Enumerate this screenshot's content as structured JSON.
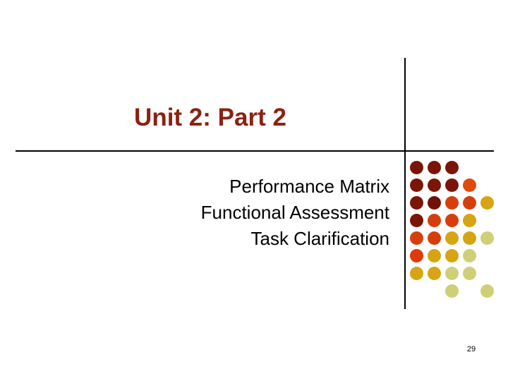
{
  "slide": {
    "title": "Unit 2: Part 2",
    "title_color": "#8B2212",
    "body_lines": [
      "Performance Matrix",
      "Functional Assessment",
      "Task Clarification"
    ],
    "page_number": "29",
    "rule_color": "#000000",
    "background": "#ffffff"
  },
  "decoration": {
    "name": "dot-grid",
    "palette": {
      "dark_red": "#8B1A0A",
      "orange_red": "#D63F0C",
      "orange": "#E04A0A",
      "gold": "#D6A513",
      "pale_olive": "#CFCF78"
    },
    "dot_size": 19,
    "col_step": 25,
    "row_step": 25,
    "dots": [
      {
        "col": 0,
        "row": 0,
        "color": "#7B1508"
      },
      {
        "col": 1,
        "row": 0,
        "color": "#7B1508"
      },
      {
        "col": 2,
        "row": 0,
        "color": "#7B1508"
      },
      {
        "col": 0,
        "row": 1,
        "color": "#7B1508"
      },
      {
        "col": 1,
        "row": 1,
        "color": "#7B1508"
      },
      {
        "col": 2,
        "row": 1,
        "color": "#7B1508"
      },
      {
        "col": 3,
        "row": 1,
        "color": "#E04A0A"
      },
      {
        "col": 0,
        "row": 2,
        "color": "#7B1508"
      },
      {
        "col": 1,
        "row": 2,
        "color": "#6F1206"
      },
      {
        "col": 2,
        "row": 2,
        "color": "#D63F0C"
      },
      {
        "col": 3,
        "row": 2,
        "color": "#D63F0C"
      },
      {
        "col": 4,
        "row": 2,
        "color": "#D6A513"
      },
      {
        "col": 0,
        "row": 3,
        "color": "#7B1508"
      },
      {
        "col": 1,
        "row": 3,
        "color": "#D63F0C"
      },
      {
        "col": 2,
        "row": 3,
        "color": "#D63F0C"
      },
      {
        "col": 3,
        "row": 3,
        "color": "#D6A513"
      },
      {
        "col": 0,
        "row": 4,
        "color": "#D63F0C"
      },
      {
        "col": 1,
        "row": 4,
        "color": "#D63F0C"
      },
      {
        "col": 2,
        "row": 4,
        "color": "#D6A513"
      },
      {
        "col": 3,
        "row": 4,
        "color": "#D6A513"
      },
      {
        "col": 4,
        "row": 4,
        "color": "#CFCF78"
      },
      {
        "col": 0,
        "row": 5,
        "color": "#E03A08"
      },
      {
        "col": 1,
        "row": 5,
        "color": "#D6A513"
      },
      {
        "col": 2,
        "row": 5,
        "color": "#D6A513"
      },
      {
        "col": 3,
        "row": 5,
        "color": "#CFCF78"
      },
      {
        "col": 0,
        "row": 6,
        "color": "#D6A513"
      },
      {
        "col": 1,
        "row": 6,
        "color": "#D6A513"
      },
      {
        "col": 2,
        "row": 6,
        "color": "#CFCF78"
      },
      {
        "col": 3,
        "row": 6,
        "color": "#CFCF78"
      },
      {
        "col": 2,
        "row": 7,
        "color": "#CFCF78"
      },
      {
        "col": 4,
        "row": 7,
        "color": "#CFCF78"
      }
    ]
  }
}
